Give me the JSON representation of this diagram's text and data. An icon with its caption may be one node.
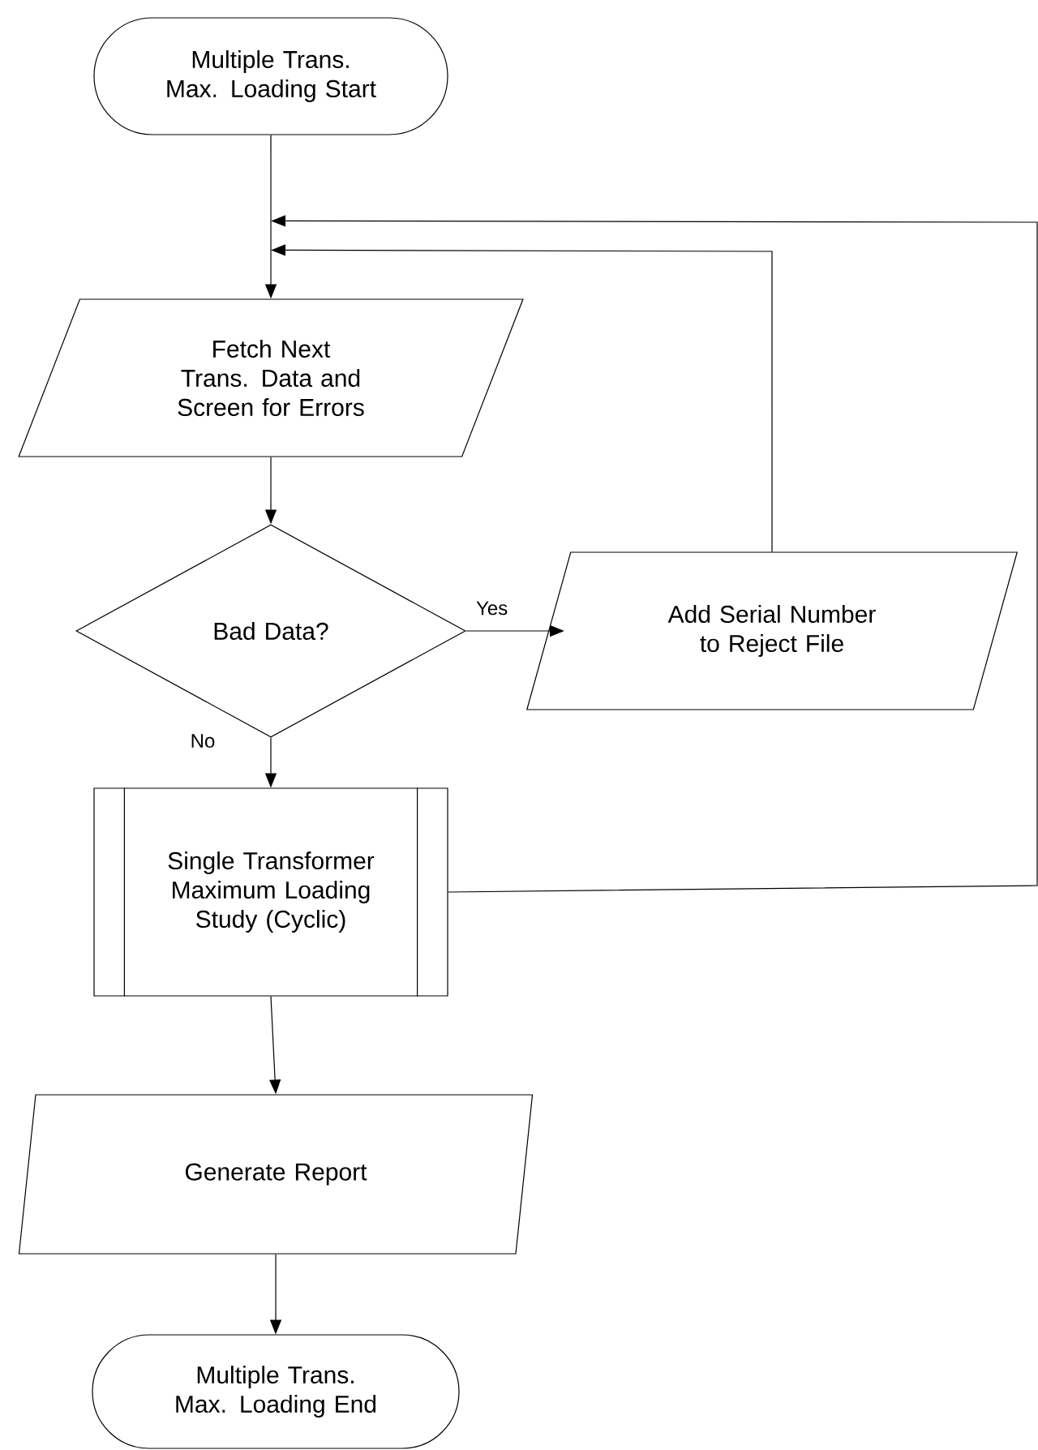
{
  "diagram": {
    "nodes": [
      {
        "text": [
          "Multiple Trans. Max. Loading Start"
        ]
      },
      {
        "text": [
          "Fetch Next Trans. Data and Screen for Errors"
        ]
      },
      {
        "text": [
          "Bad Data?"
        ]
      },
      {
        "text": [
          "Add Serial Number to Reject File"
        ]
      },
      {
        "text": [
          "Single Transformer Maximum Loading Study (Cyclic)"
        ]
      },
      {
        "text": [
          "Generate Report"
        ]
      },
      {
        "text": [
          "Multiple Trans. Max. Loading End"
        ]
      }
    ],
    "edges": [
      {
        "from": 0,
        "to": 1,
        "arrow": "to"
      },
      {
        "from": 1,
        "to": 2,
        "arrow": "to"
      },
      {
        "from": 2,
        "to": 3,
        "arrow": "to",
        "label": "Yes"
      },
      {
        "from": 2,
        "to": 4,
        "arrow": "to",
        "label": "No"
      },
      {
        "from": 3,
        "to": 1,
        "arrow": "to"
      },
      {
        "from": 4,
        "to": 1,
        "arrow": "to"
      },
      {
        "from": 4,
        "to": 5,
        "arrow": "to"
      },
      {
        "from": 5,
        "to": 6,
        "arrow": "to"
      }
    ]
  }
}
